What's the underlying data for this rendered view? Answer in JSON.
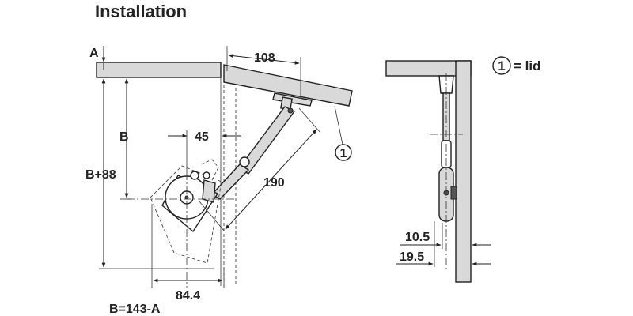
{
  "title": "Installation",
  "labels": {
    "a": "A",
    "b": "B",
    "b_plus_88": "B+88",
    "d108": "108",
    "d45": "45",
    "d190": "190",
    "d84_4": "84.4",
    "d10_5": "10.5",
    "d19_5": "19.5",
    "callout": "1",
    "formula": "B=143-A"
  },
  "legend": {
    "number": "1",
    "text": "= lid"
  },
  "colors": {
    "panel_fill": "#d9d9d9",
    "line": "#222222"
  }
}
